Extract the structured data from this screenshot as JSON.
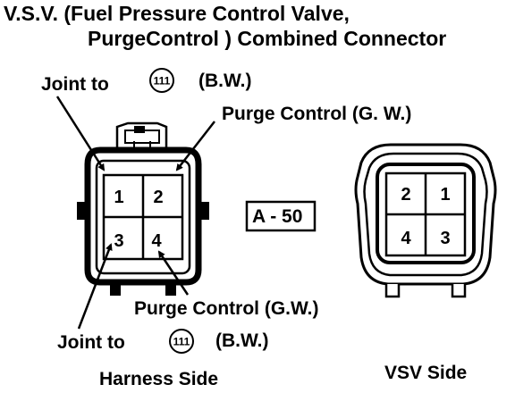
{
  "title": {
    "line1": "V.S.V. (Fuel Pressure Control Valve,",
    "line2": "PurgeControl ) Combined Connector"
  },
  "harness": {
    "label": "Harness Side",
    "pins": [
      "1",
      "2",
      "3",
      "4"
    ],
    "top_joint_label": "Joint to",
    "top_joint_code": "111",
    "top_joint_color": "(B.W.)",
    "top_purge_label": "Purge Control (G. W.)",
    "bottom_purge_label": "Purge Control (G.W.)",
    "bottom_joint_label": "Joint to",
    "bottom_joint_code": "111",
    "bottom_joint_color": "(B.W.)"
  },
  "connector_id": "A - 50",
  "vsv": {
    "label": "VSV Side",
    "pins": [
      "2",
      "1",
      "4",
      "3"
    ]
  }
}
